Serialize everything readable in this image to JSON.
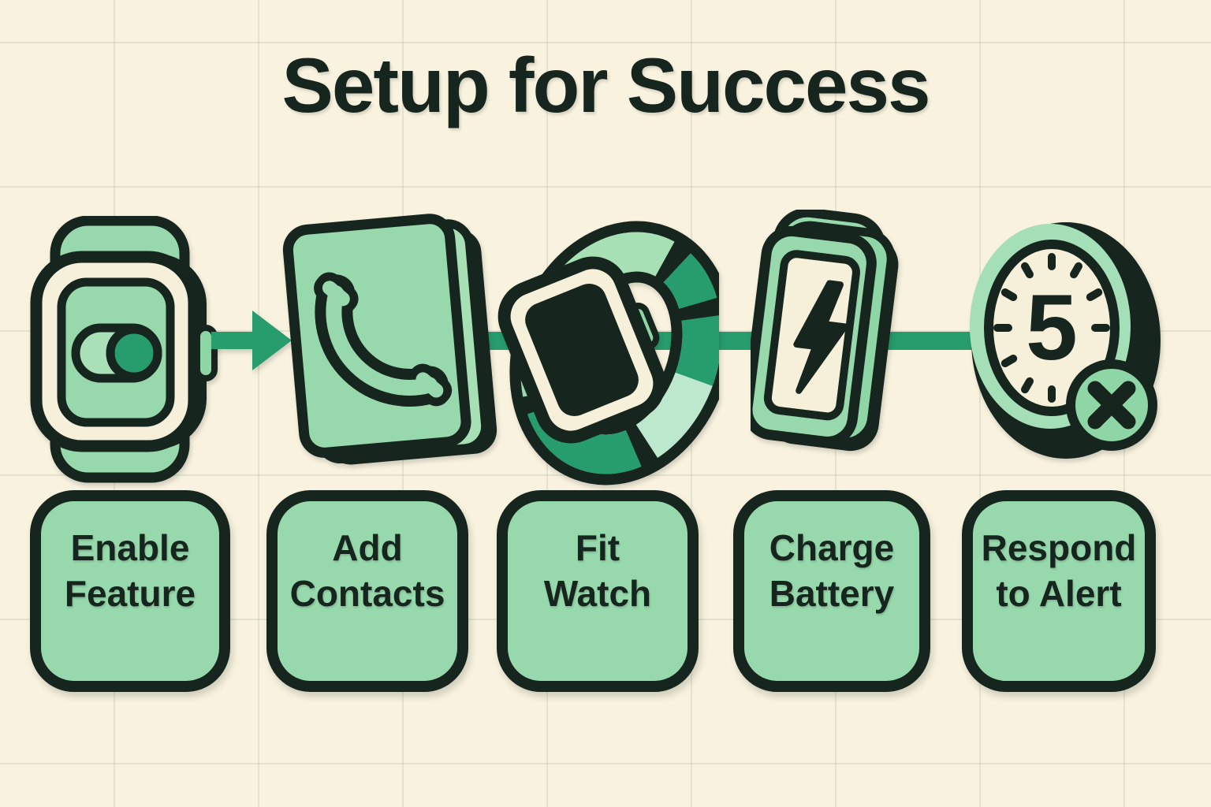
{
  "title": "Setup for Success",
  "colors": {
    "background": "#f9f2df",
    "outline_ink": "#16251e",
    "light_green": "#97d9ac",
    "pale_green": "#bde8cd",
    "accent_green": "#279c6c",
    "screen_cream": "#f6efda"
  },
  "flow": {
    "arrow_icon": "right-arrow-icon",
    "connector_name": "flow-connector-line"
  },
  "steps": [
    {
      "icon": "smartwatch-toggle-icon",
      "label": "Enable Feature",
      "lines": [
        "Enable",
        "Feature"
      ]
    },
    {
      "icon": "phonebook-contacts-icon",
      "label": "Add Contacts",
      "lines": [
        "Add",
        "Contacts"
      ]
    },
    {
      "icon": "watch-band-icon",
      "label": "Fit Watch",
      "lines": [
        "Fit",
        "Watch"
      ]
    },
    {
      "icon": "battery-charger-icon",
      "label": "Charge Battery",
      "lines": [
        "Charge",
        "Battery"
      ]
    },
    {
      "icon": "countdown-clock-icon",
      "label": "Respond to Alert",
      "lines": [
        "Respond",
        "to Alert"
      ],
      "countdown_value": "5"
    }
  ]
}
